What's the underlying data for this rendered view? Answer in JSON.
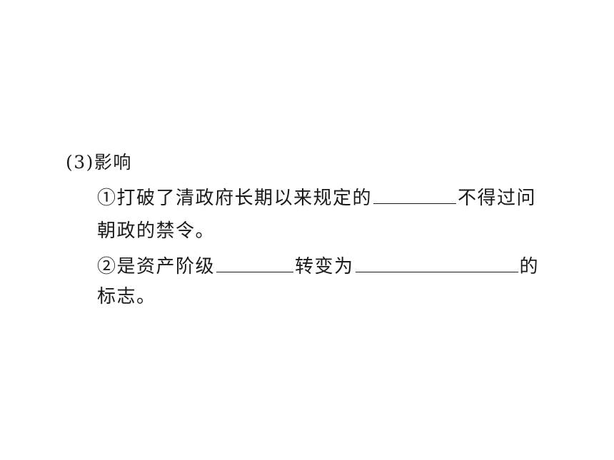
{
  "section": {
    "heading": "(3)影响"
  },
  "item1": {
    "before_blank": "①打破了清政府长期以来规定的",
    "after_blank": "不得过问",
    "continuation": "朝政的禁令。"
  },
  "item2": {
    "part1": "②是资产阶级",
    "part2": "转变为",
    "part3": "的",
    "continuation": "标志。"
  }
}
